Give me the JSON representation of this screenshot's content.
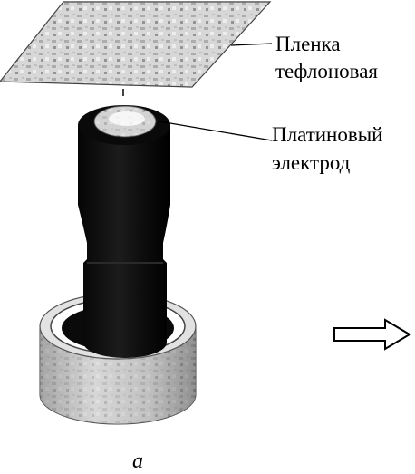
{
  "labels": {
    "film_line1": "Пленка",
    "film_line2": "тефлоновая",
    "electrode_line1": "Платиновый",
    "electrode_line2": "электрод"
  },
  "caption": "а"
}
